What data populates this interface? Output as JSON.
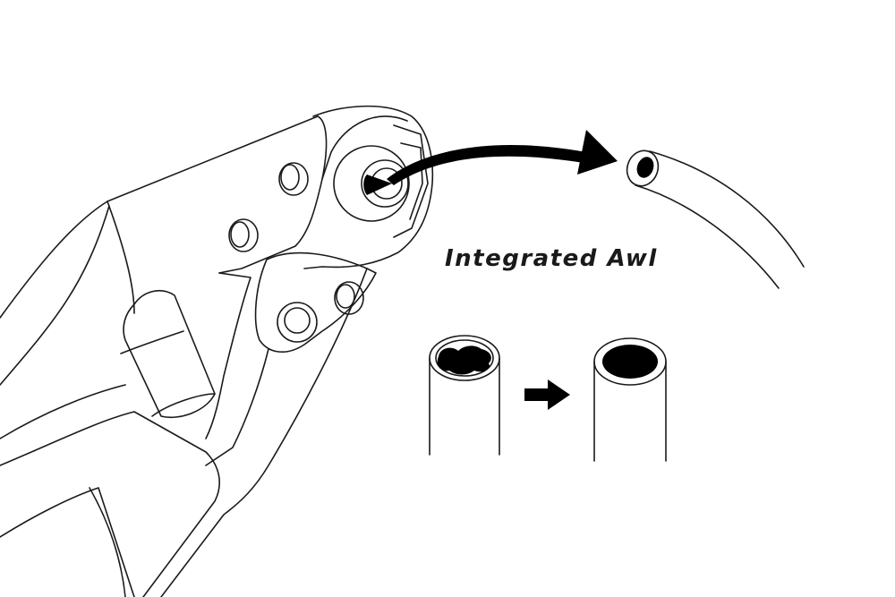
{
  "caption": "Integrated Awl",
  "colors": {
    "line": "#1a1a1a",
    "fill": "#000000",
    "background": "#ffffff"
  },
  "icons": [
    "cable-cutter-tool",
    "curved-arrow-icon",
    "cable-end",
    "crushed-cable-end",
    "restored-cable-end",
    "right-arrow-icon"
  ]
}
